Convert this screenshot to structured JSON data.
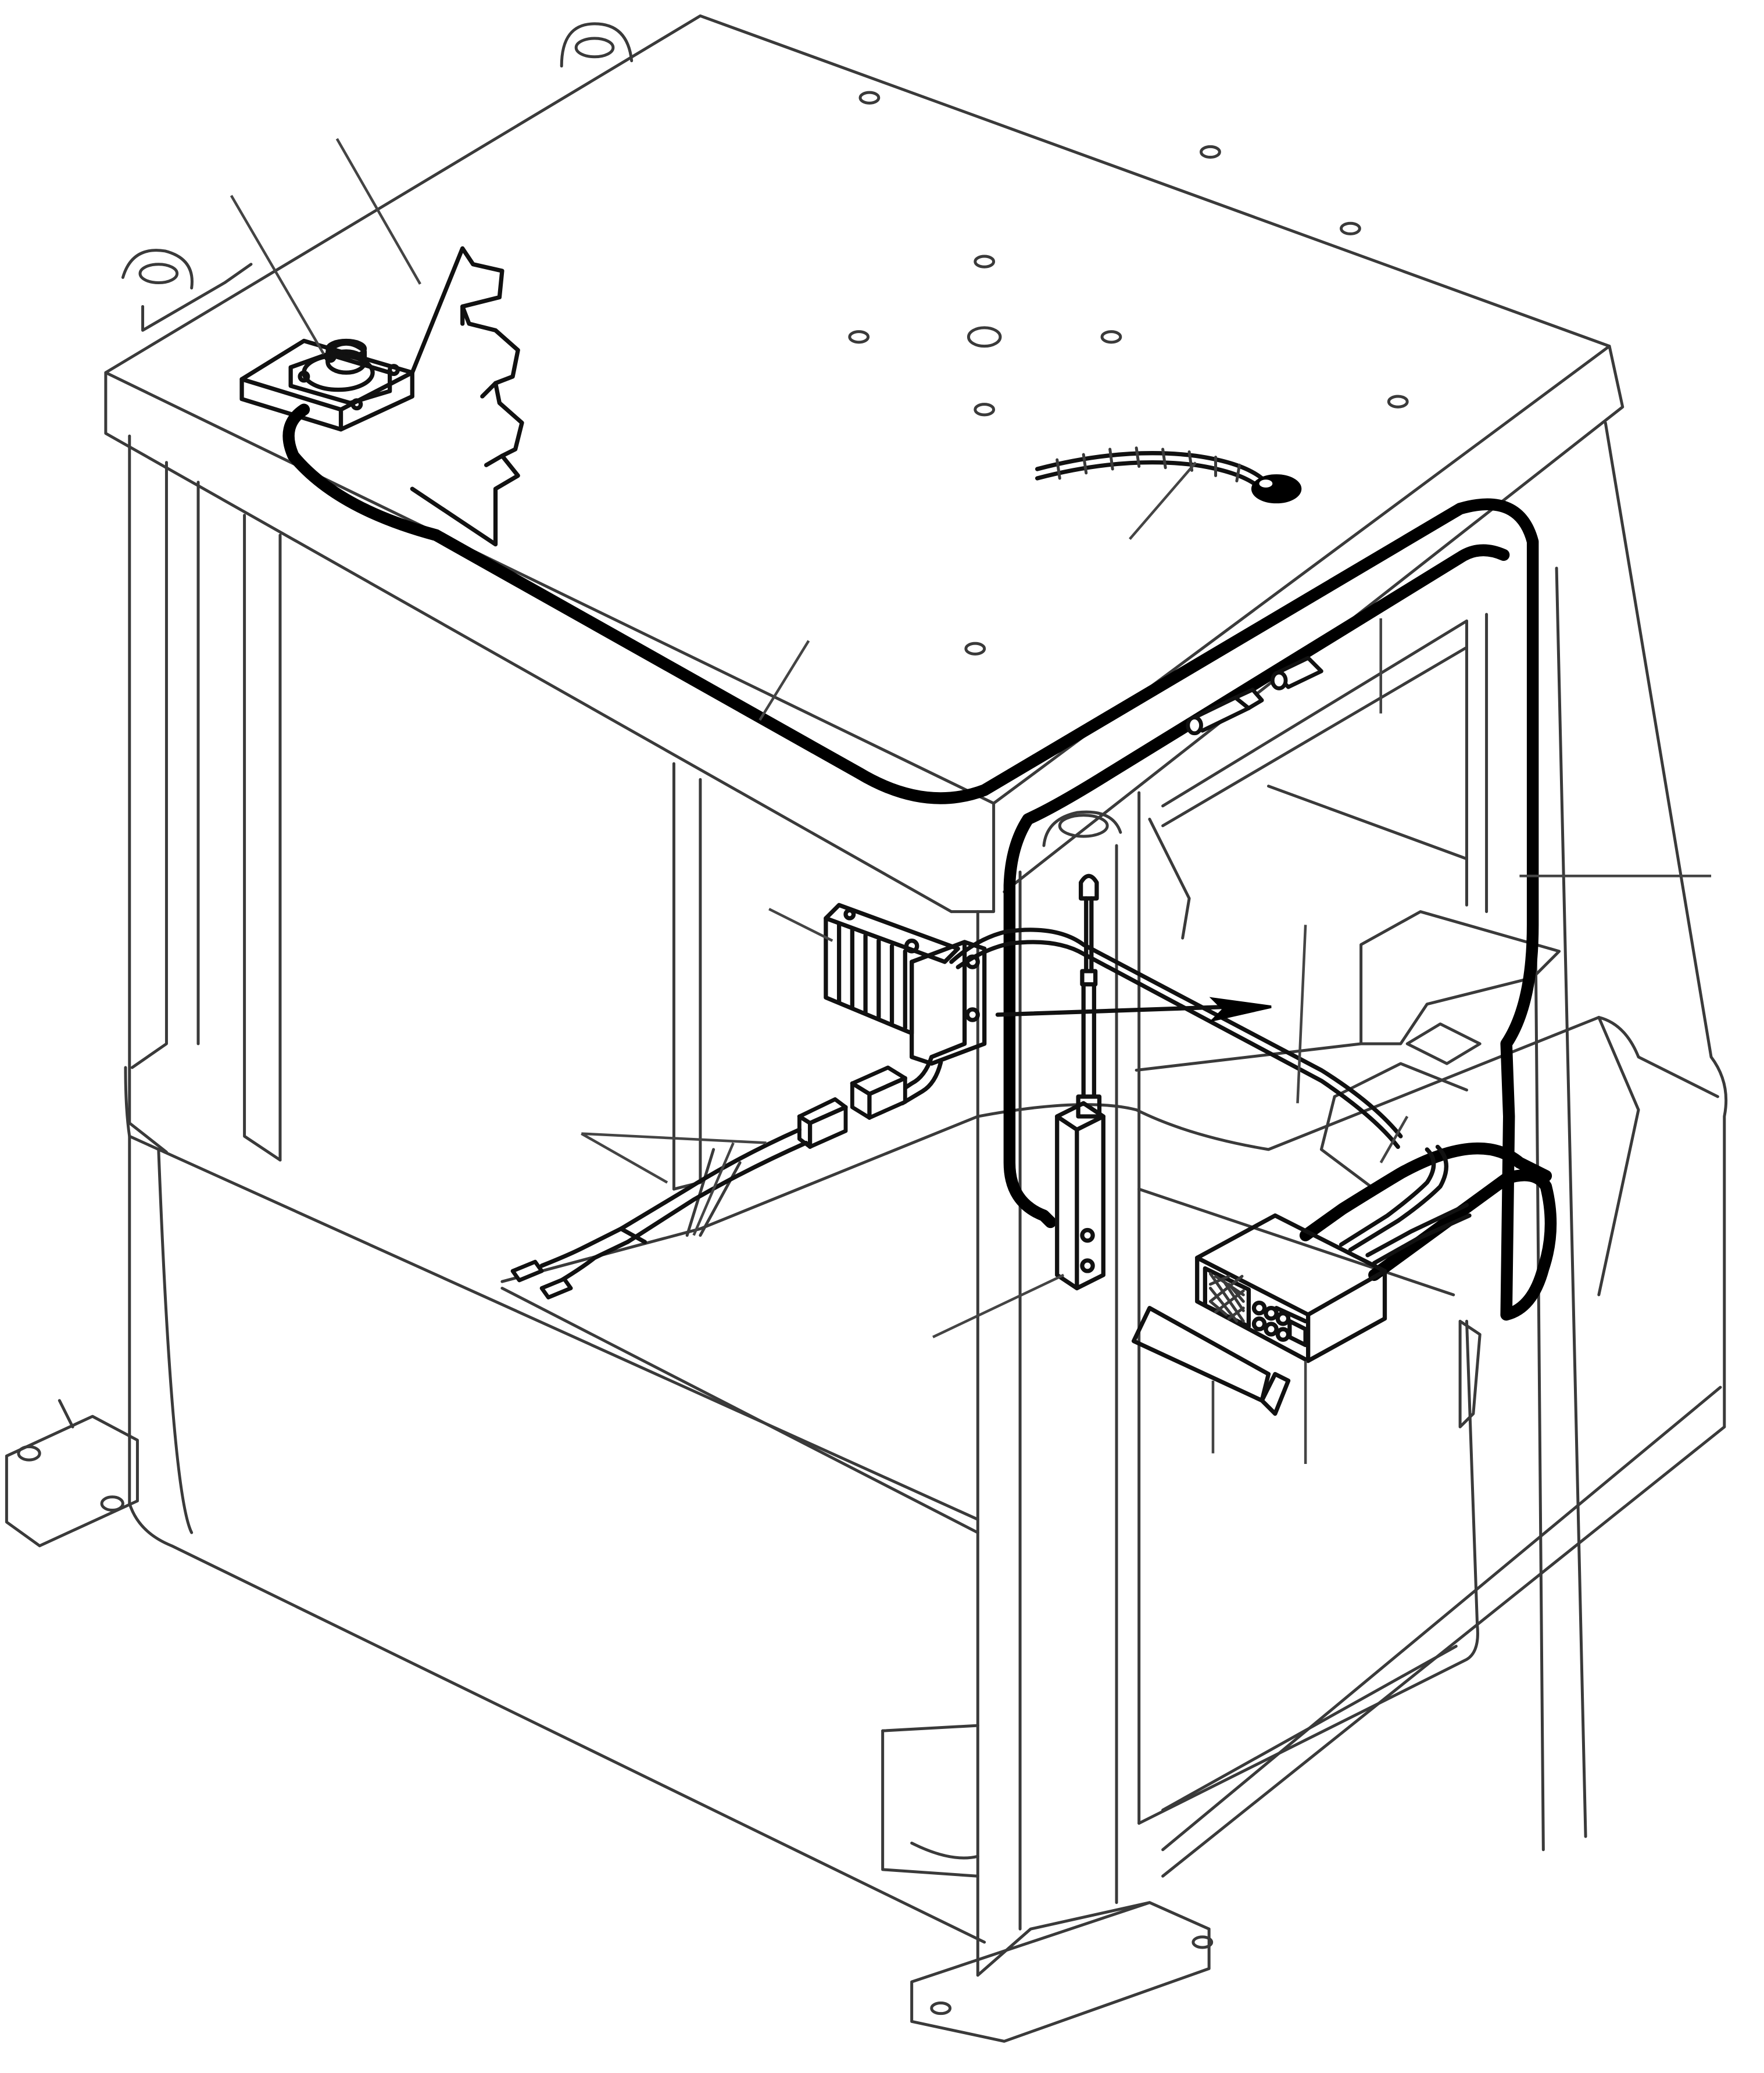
{
  "diagram": {
    "kind": "exploded wiring illustration",
    "style": "black line art on white",
    "colors": {
      "line": "#000000",
      "background": "#ffffff",
      "frame": "#3a3a3a"
    },
    "parts": [
      "cab-frame",
      "speaker",
      "sealing-sheet",
      "antenna-cable",
      "main-harness",
      "inline-connector",
      "pillar-harness",
      "voltage-converter",
      "connector-pair",
      "power-leads",
      "rod-antenna",
      "radio-unit",
      "radio-cover-plate",
      "antenna-lead-in",
      "radio-harness"
    ],
    "callouts_without_numbers": 15
  }
}
